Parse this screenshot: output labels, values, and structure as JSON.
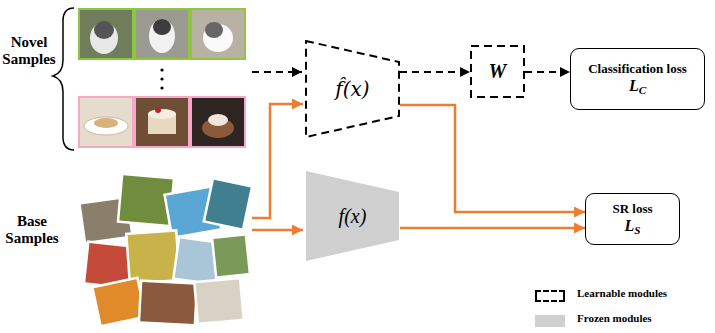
{
  "diagram": {
    "nodes": [
      {
        "text": [
          "f̂(x)"
        ]
      },
      {
        "text": [
          "W"
        ]
      },
      {
        "text": [
          "Classification loss",
          "LC"
        ]
      },
      {
        "text": [
          "f(x)"
        ]
      },
      {
        "text": [
          "SR loss",
          "LS"
        ]
      }
    ],
    "edges": [
      {
        "from": 0,
        "to": 1,
        "arrow": "to"
      },
      {
        "from": 1,
        "to": 2,
        "arrow": "to"
      },
      {
        "from": 0,
        "to": 4,
        "arrow": "to"
      },
      {
        "from": 3,
        "to": 4,
        "arrow": "to"
      }
    ],
    "labels": [
      "Novel Samples",
      "Base Samples"
    ],
    "legend": [
      {
        "text": "Learnable modules"
      },
      {
        "text": "Frozen modules",
        "color": "#d0d0d0"
      }
    ]
  }
}
